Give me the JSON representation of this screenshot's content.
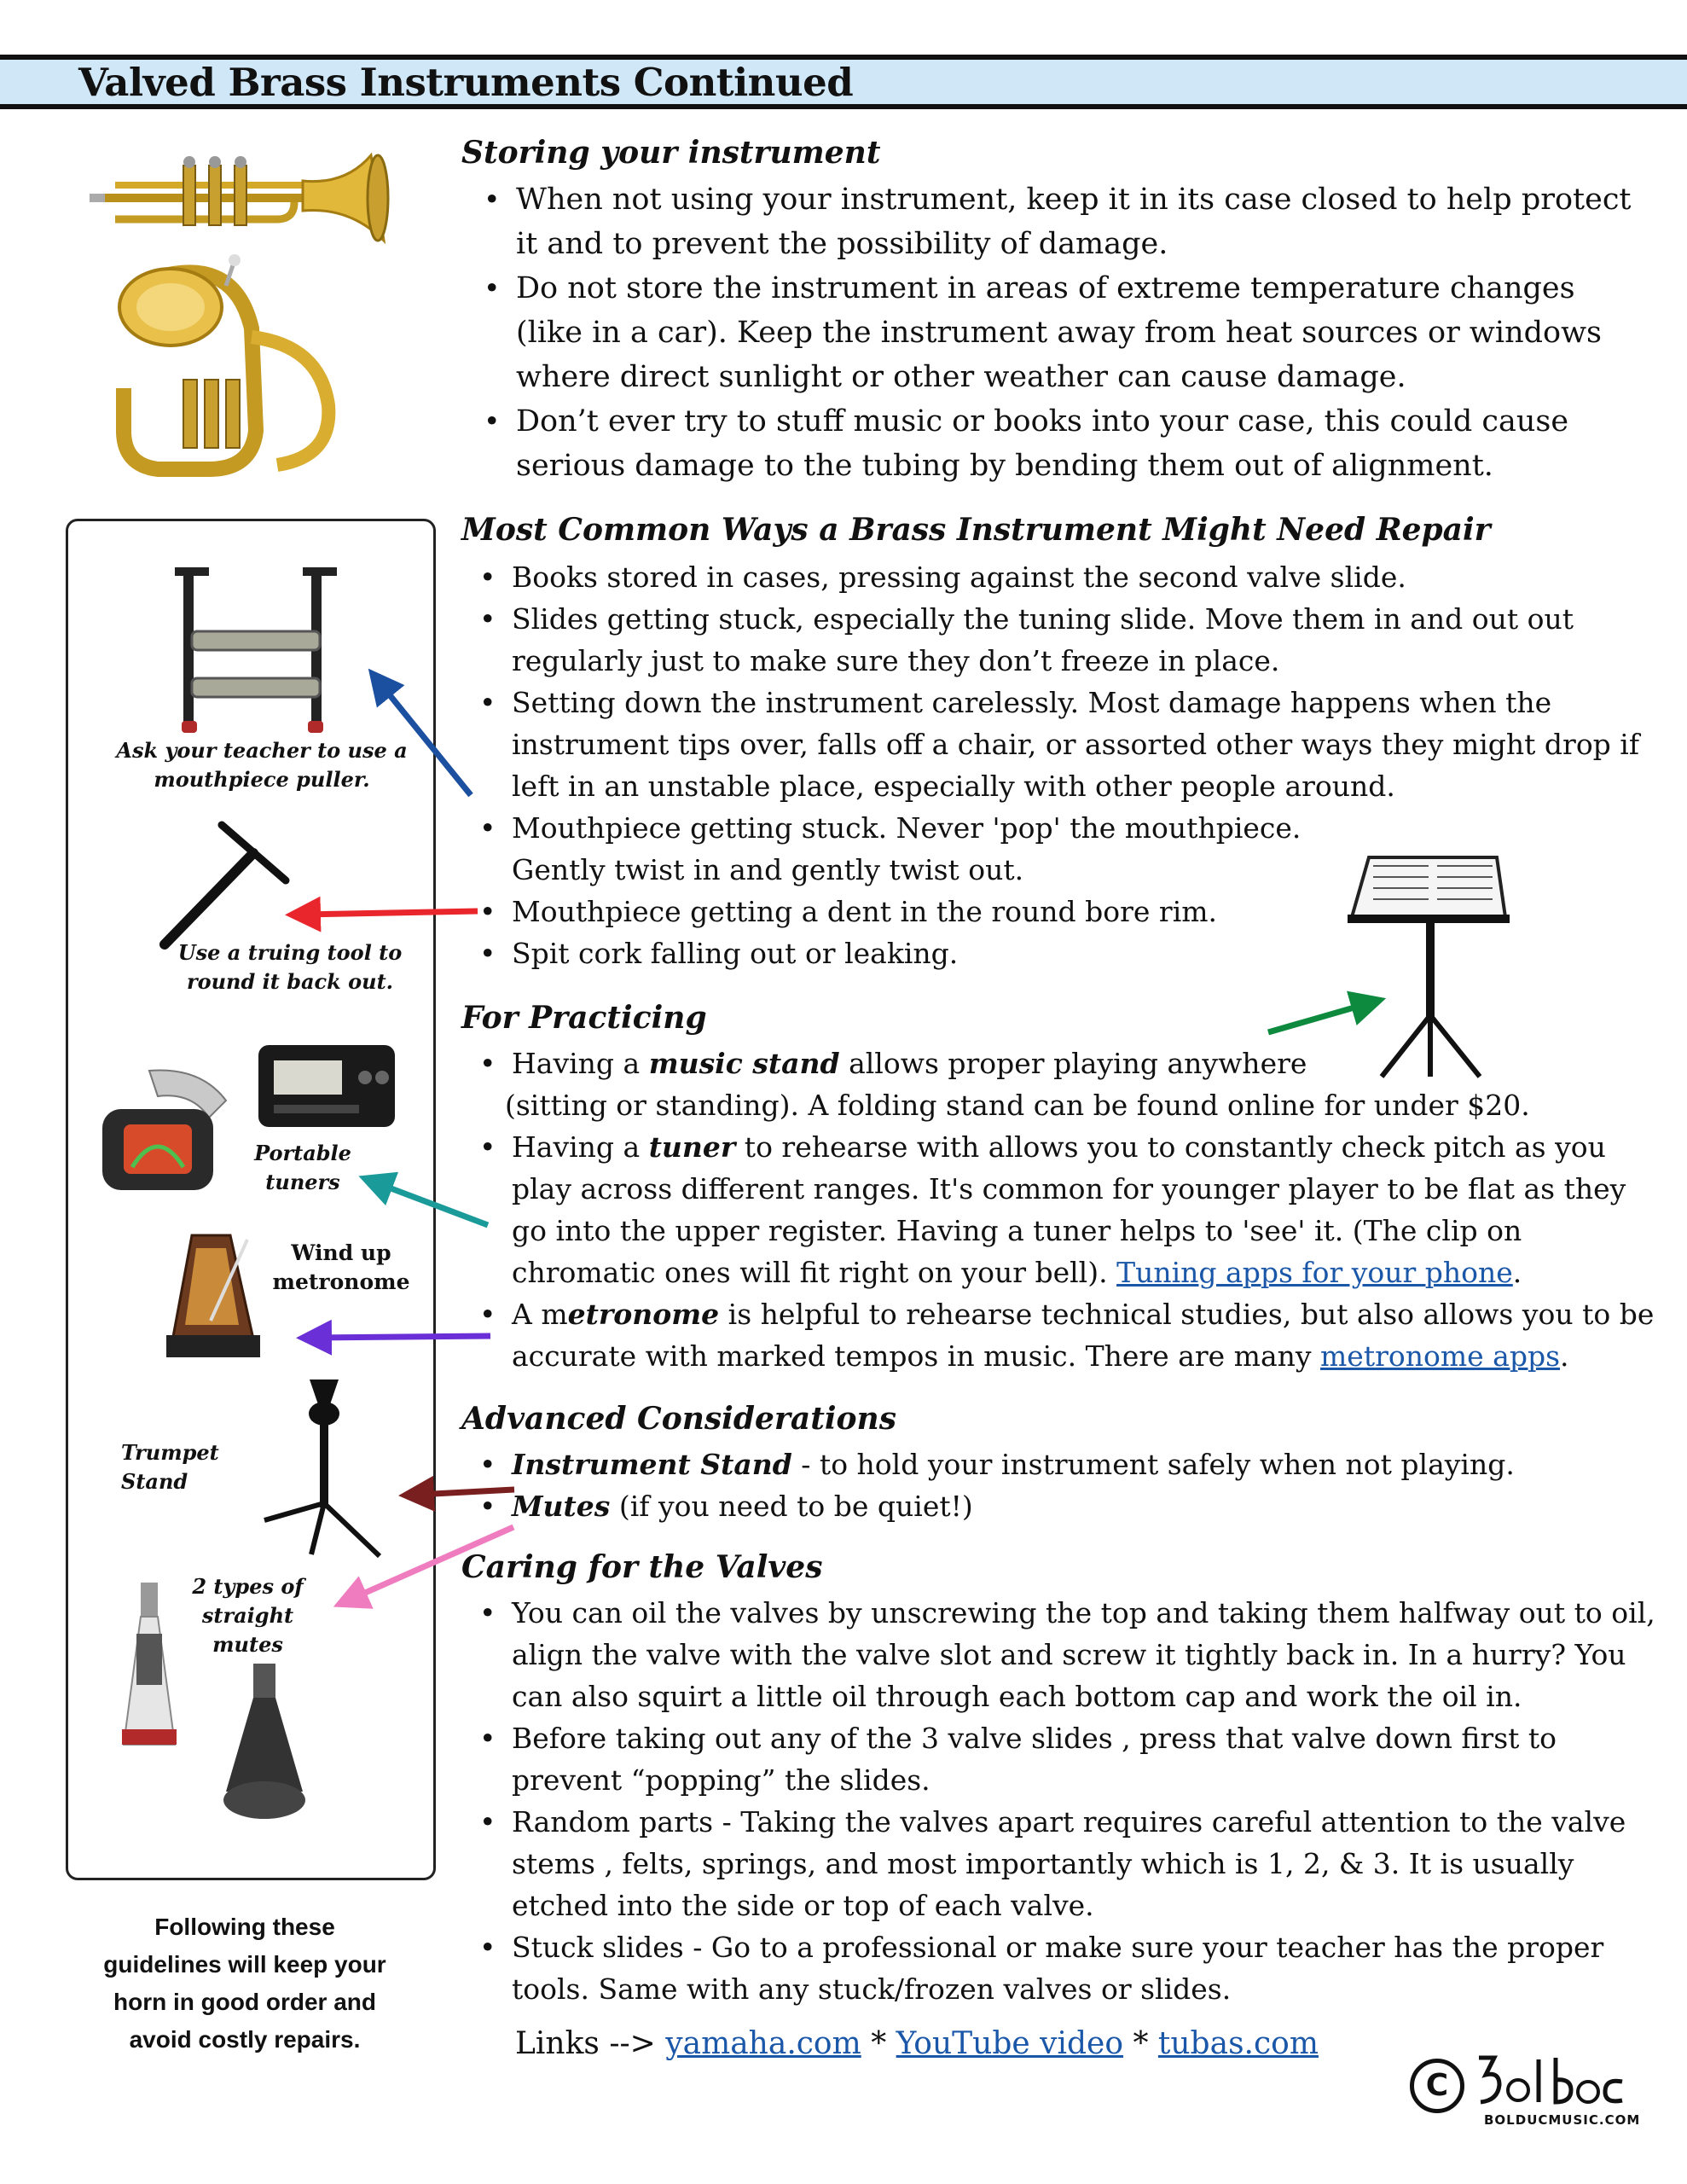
{
  "header": {
    "title": "Valved Brass Instruments Continued"
  },
  "sections": {
    "storing": {
      "title": "Storing your instrument",
      "items": [
        "When not using your instrument, keep it in its case closed to help protect it and to prevent the possibility of damage.",
        "Do not store the instrument in areas of extreme temperature changes (like in a car). Keep the instrument away from heat sources or windows where direct sunlight or other weather can cause damage.",
        "Don’t ever try to stuff music or books into your case, this could cause serious damage to the tubing by bending them out of alignment."
      ]
    },
    "repair": {
      "title": "Most Common Ways a Brass Instrument Might Need Repair",
      "items": [
        "Books stored in cases, pressing against the second valve slide.",
        "Slides getting stuck, especially the tuning slide.  Move them in and out out regularly just to make sure they don’t freeze in place.",
        "Setting down the instrument carelessly.  Most damage happens when the instrument tips over, falls off a chair, or assorted other ways they might drop if left in an unstable place, especially with other people around.",
        "Mouthpiece getting stuck.  Never 'pop' the mouthpiece.  Gently twist in and gently twist out.",
        "Mouthpiece getting a dent in the round bore rim.",
        "Spit cork falling out or leaking."
      ]
    },
    "practicing": {
      "title": "For Practicing",
      "item1": {
        "pre": "Having a ",
        "em": "music stand",
        "post1": " allows proper playing anywhere",
        "post2": "(sitting or standing).  A folding stand can be found online for under $20."
      },
      "item2": {
        "pre": "Having a ",
        "em": "tuner",
        "post": " to rehearse with allows you to constantly check pitch as you play across different ranges.  It's common for younger player to be flat as they go into the upper register. Having a tuner helps to 'see' it. (The clip on chromatic ones will fit right on your bell).  ",
        "link": "Tuning apps for your phone",
        "tail": "."
      },
      "item3": {
        "pre": "A m",
        "em": "etronome",
        "post": " is helpful to rehearse technical studies, but also allows you to be accurate with marked tempos in music. There are many ",
        "link": "metronome apps",
        "tail": "."
      }
    },
    "advanced": {
      "title": "Advanced Considerations",
      "item1": {
        "em": "Instrument Stand",
        "post": " - to hold your instrument safely when not playing."
      },
      "item2": {
        "em": "Mutes",
        "post": "  (if you need to be quiet!)"
      }
    },
    "valves": {
      "title": "Caring for the Valves",
      "items": [
        "You can oil the valves by unscrewing the top and taking them halfway out  to oil, align the valve with the valve slot and screw it tightly back in.  In a hurry?  You can also squirt a little oil through each bottom cap and work the oil in.",
        "Before taking out any of the 3 valve slides , press that valve down first to prevent “popping” the slides.",
        "Random parts - Taking the valves apart requires careful attention to the valve stems , felts, springs, and most importantly which is 1, 2, & 3.  It is usually etched into the side or top of each valve.",
        " Stuck slides - Go to a professional or make sure your teacher has the proper tools.  Same with any stuck/frozen valves or slides."
      ]
    },
    "links": {
      "prefix": "Links --> ",
      "link1": "yamaha.com",
      "sep1": "  * ",
      "link2": "YouTube video",
      "sep2": "  * ",
      "link3": "tubas.com"
    }
  },
  "sidebar": {
    "puller_caption": "Ask your teacher to use a mouthpiece puller.",
    "truing_caption": "Use a truing tool to round it back out.",
    "tuners_caption": "Portable tuners",
    "metronome_caption": "Wind up metronome",
    "stand_caption": "Trumpet Stand",
    "mutes_caption": "2 types of straight mutes"
  },
  "footer": {
    "note": "Following these guidelines will keep your horn in good order and avoid costly repairs.",
    "copyright_symbol": "C",
    "logo_site": "BOLDUCMUSIC.COM"
  },
  "colors": {
    "header_bg": "#cfe7f7",
    "link": "#1a57a8",
    "arrow_blue": "#1b4fa0",
    "arrow_red": "#e8262b",
    "arrow_green": "#0e8a3e",
    "arrow_teal": "#1b9a9a",
    "arrow_purple": "#6a2fd6",
    "arrow_maroon": "#7a1f1f",
    "arrow_pink": "#f07cc0"
  }
}
